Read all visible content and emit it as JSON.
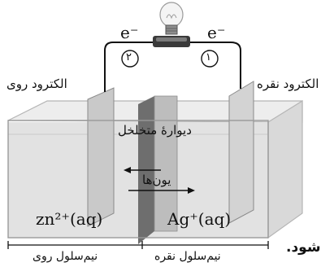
{
  "diagram": {
    "electron_labels": {
      "left": "e⁻",
      "right": "e⁻"
    },
    "wire_markers": {
      "left": "٢",
      "right": "١"
    },
    "electrodes": {
      "left_label": "الکترود روی",
      "right_label": "الکترود نقره"
    },
    "partition_label": "دیوارهٔ متخلخل",
    "ions_label": "یون‌ها",
    "solutions": {
      "left": "zn²⁺(aq)",
      "right": "Ag⁺(aq)"
    },
    "half_cells": {
      "left": "نیم‌سلول روی",
      "right": "نیم‌سلول نقره"
    },
    "fragment_text": "شود."
  }
}
